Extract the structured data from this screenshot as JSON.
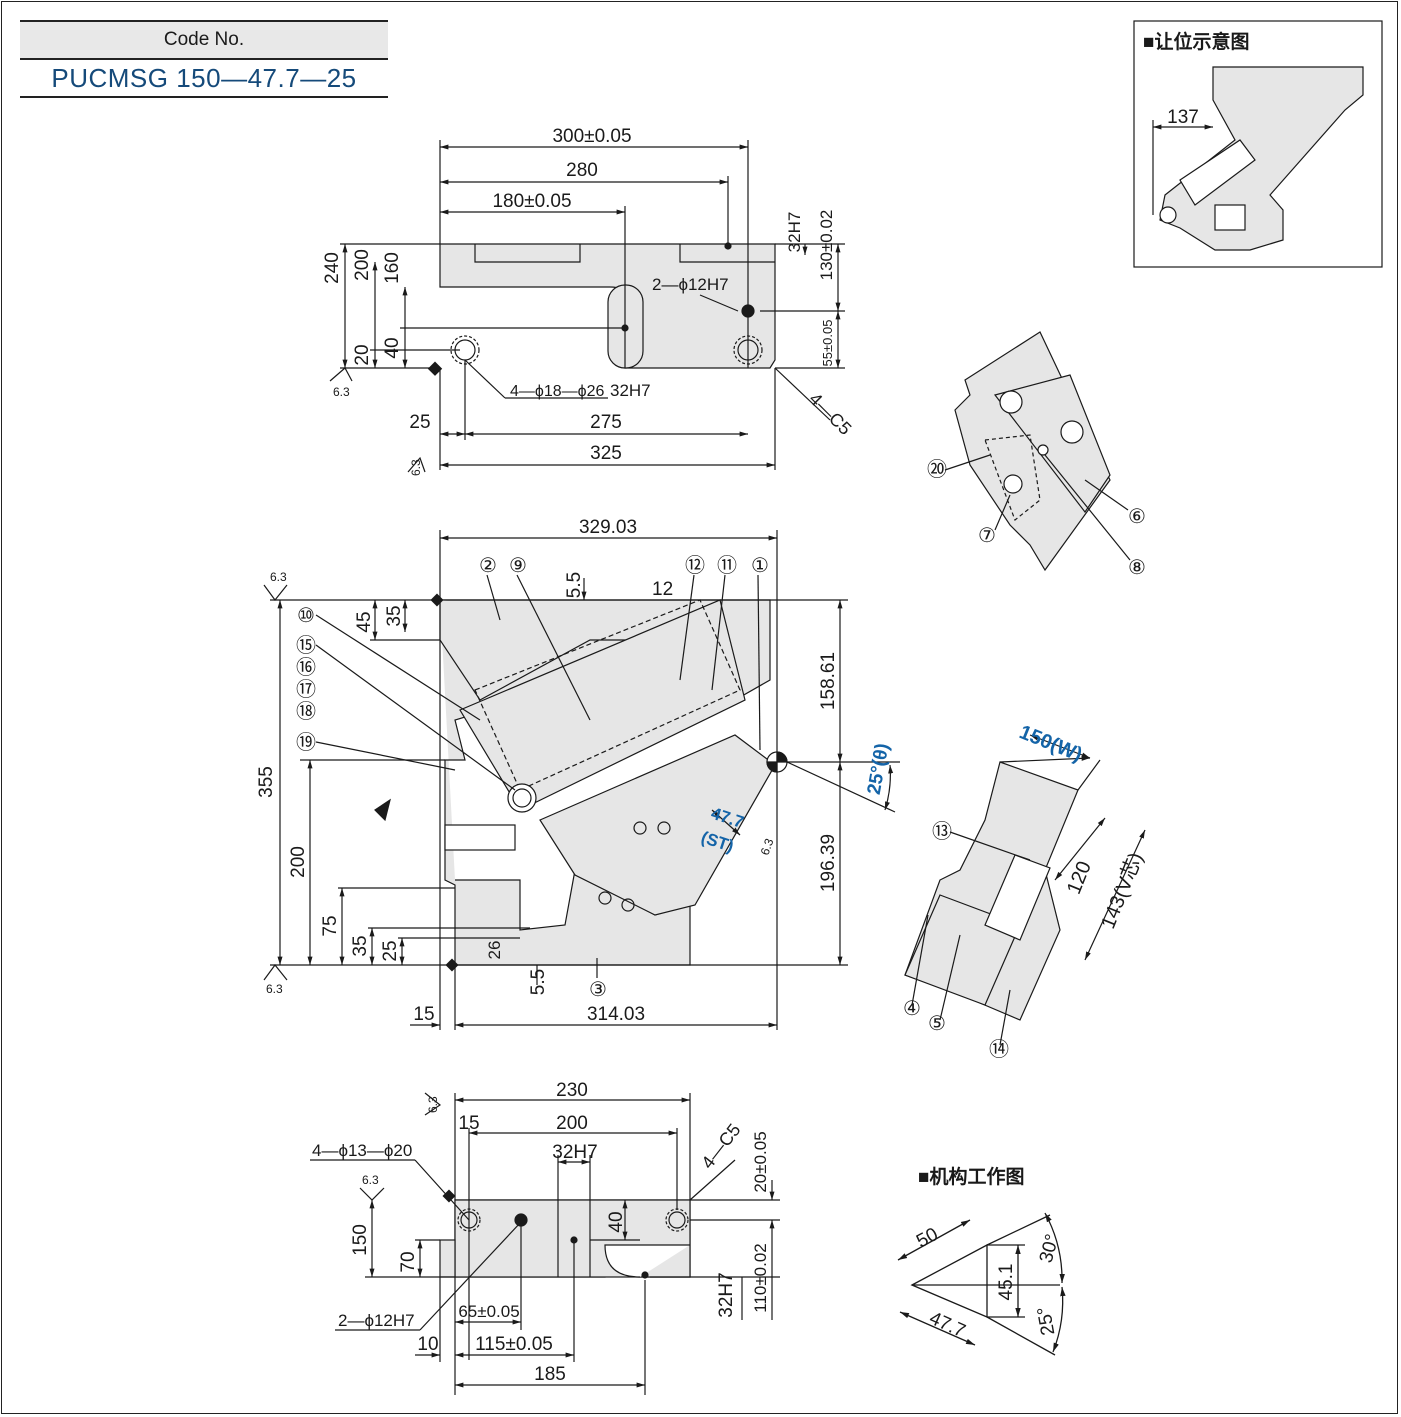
{
  "code_box": {
    "header": "Code No.",
    "value": "PUCMSG 150—47.7—25"
  },
  "inset": {
    "title": "■让位示意图",
    "dim": "137"
  },
  "mechanism": {
    "title": "■机构工作图",
    "dims": [
      "50",
      "47.7",
      "45.1",
      "30°",
      "25°"
    ]
  },
  "top_view": {
    "dims": [
      "300±0.05",
      "280",
      "180±0.05",
      "240",
      "200",
      "160",
      "40",
      "20",
      "32H7",
      "130±0.02",
      "55±0.05",
      "2—ϕ12H7",
      "4—ϕ18—ϕ26",
      "32H7",
      "4—C5",
      "25",
      "275",
      "325"
    ],
    "roughness": [
      "6.3",
      "6.3"
    ]
  },
  "front_view": {
    "dims": [
      "329.03",
      "5.5",
      "12",
      "45",
      "35",
      "355",
      "200",
      "75",
      "35",
      "25",
      "26",
      "5.5",
      "15",
      "314.03",
      "158.61",
      "196.39"
    ],
    "angle": "25°(θ)",
    "stroke": "47.7",
    "stroke_label": "(ST)",
    "roughness": [
      "6.3",
      "6.3",
      "6.3"
    ],
    "parts": [
      "①",
      "②",
      "③",
      "⑨",
      "⑩",
      "⑪",
      "⑫",
      "⑮",
      "⑯",
      "⑰",
      "⑱",
      "⑲"
    ]
  },
  "detail_upper": {
    "parts": [
      "⑥",
      "⑦",
      "⑧",
      "⑳"
    ]
  },
  "detail_lower": {
    "width_label": "150(W)",
    "dims": [
      "120",
      "143(V芯)"
    ],
    "parts": [
      "⑬",
      "④",
      "⑤",
      "⑭"
    ]
  },
  "bottom_view": {
    "dims": [
      "230",
      "15",
      "200",
      "32H7",
      "4—C5",
      "20±0.05",
      "4—ϕ13—ϕ20",
      "40",
      "150",
      "70",
      "2—ϕ12H7",
      "65±0.05",
      "115±0.05",
      "32H7",
      "110±0.02",
      "10",
      "185"
    ],
    "roughness": [
      "6.3",
      "6.3"
    ]
  },
  "colors": {
    "ink": "#1a1a1a",
    "fill": "#e6e6e6",
    "accent": "#1464a8",
    "header_bg": "#e8e8e8"
  }
}
